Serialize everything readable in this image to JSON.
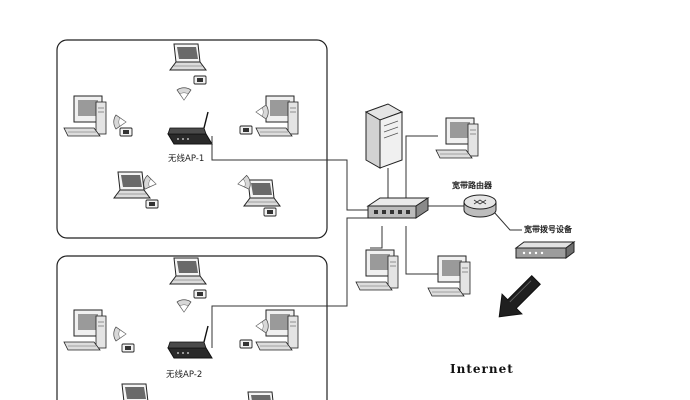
{
  "labels": {
    "ap1": "无线AP-1",
    "ap2": "无线AP-2",
    "router": "宽带路由器",
    "modem": "宽带拨号设备",
    "internet": "Internet"
  },
  "colors": {
    "line": "#333333",
    "device_fill": "#e8e8e8",
    "device_dark": "#2a2a2a",
    "arrow": "#1a1a1a"
  },
  "icons": {
    "laptop": "laptop-icon",
    "desktop": "desktop-computer-icon",
    "access_point": "wireless-ap-icon",
    "server": "server-tower-icon",
    "switch": "network-switch-icon",
    "router": "router-icon",
    "modem": "modem-icon",
    "signal": "wireless-signal-icon"
  }
}
